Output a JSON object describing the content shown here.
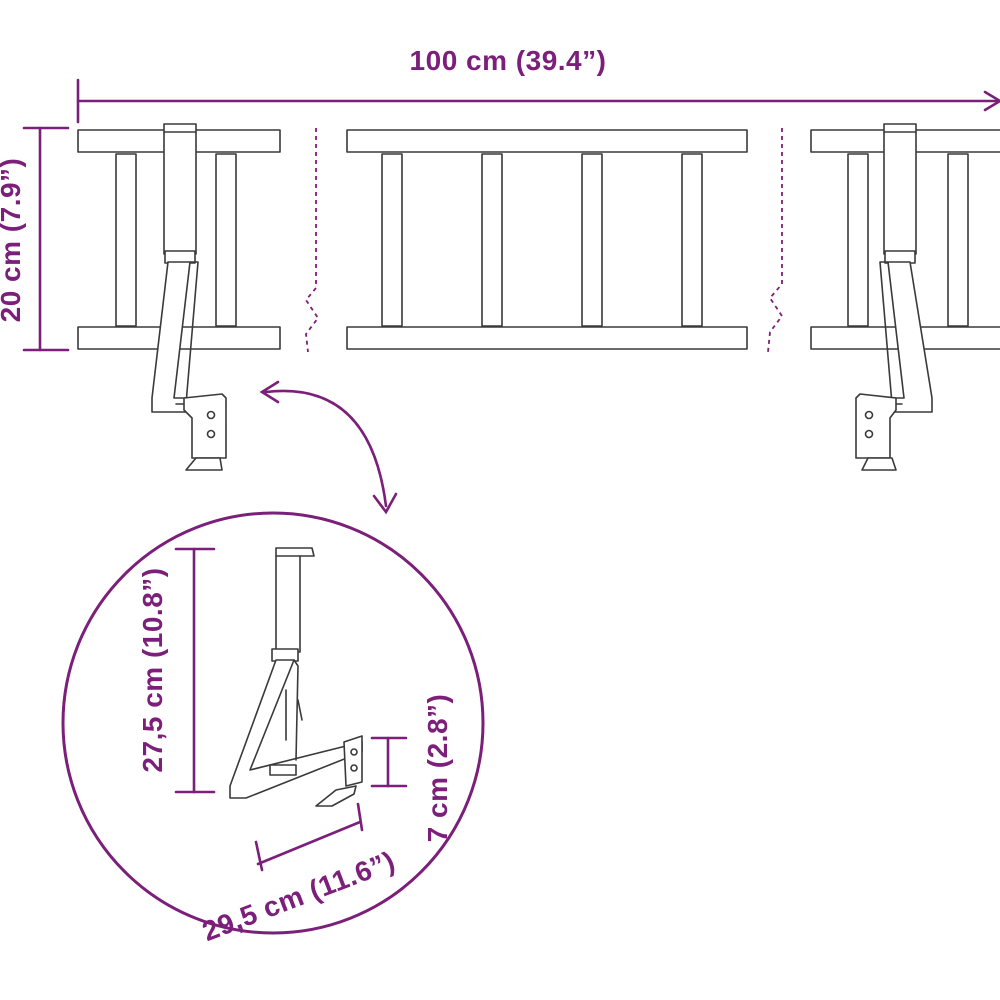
{
  "colors": {
    "accent": "#7b1f7a",
    "line": "#3a3a3a",
    "background": "#ffffff"
  },
  "dimensions": {
    "overall_length": "100 cm (39.4”)",
    "rail_height": "20 cm (7.9”)",
    "bracket_height": "27,5 cm (10.8”)",
    "bracket_depth": "29,5 cm (11.6”)",
    "clip_height": "7 cm (2.8”)"
  },
  "icons": {
    "zoom_arrow": "curved-double-arrow-icon"
  }
}
